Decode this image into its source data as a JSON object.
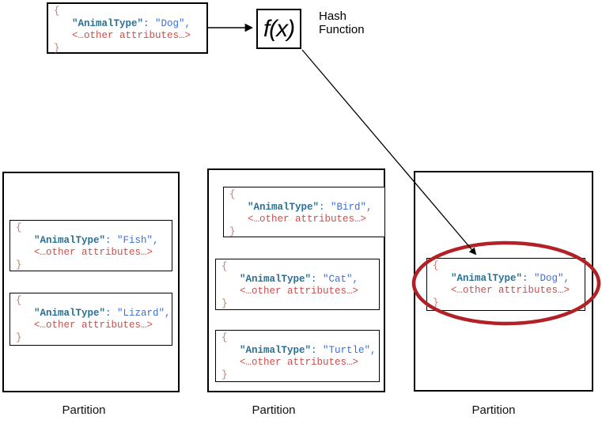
{
  "code_tokens": {
    "open_brace": "{",
    "close_brace": "}",
    "key": "\"AnimalType\"",
    "colon": ":",
    "attributes_placeholder": "<…other attributes…>"
  },
  "input_document": {
    "value": "\"Dog\","
  },
  "hash_function": {
    "symbol": "f(x)",
    "caption": "Hash\nFunction"
  },
  "partitions": [
    {
      "label": "Partition",
      "documents": [
        {
          "value": "\"Fish\","
        },
        {
          "value": "\"Lizard\","
        }
      ]
    },
    {
      "label": "Partition",
      "documents": [
        {
          "value": "\"Bird\","
        },
        {
          "value": "\"Cat\","
        },
        {
          "value": "\"Turtle\","
        }
      ]
    },
    {
      "label": "Partition",
      "documents": [
        {
          "value": "\"Dog\","
        }
      ],
      "highlight": "red-ellipse"
    }
  ],
  "colors": {
    "document_key": "#2a7095",
    "document_value": "#3f6fd1",
    "document_attributes": "#c9504d",
    "document_brace": "#cb7a70",
    "highlight_ellipse": "#b12125",
    "connector": "#000000",
    "border": "#000000"
  }
}
